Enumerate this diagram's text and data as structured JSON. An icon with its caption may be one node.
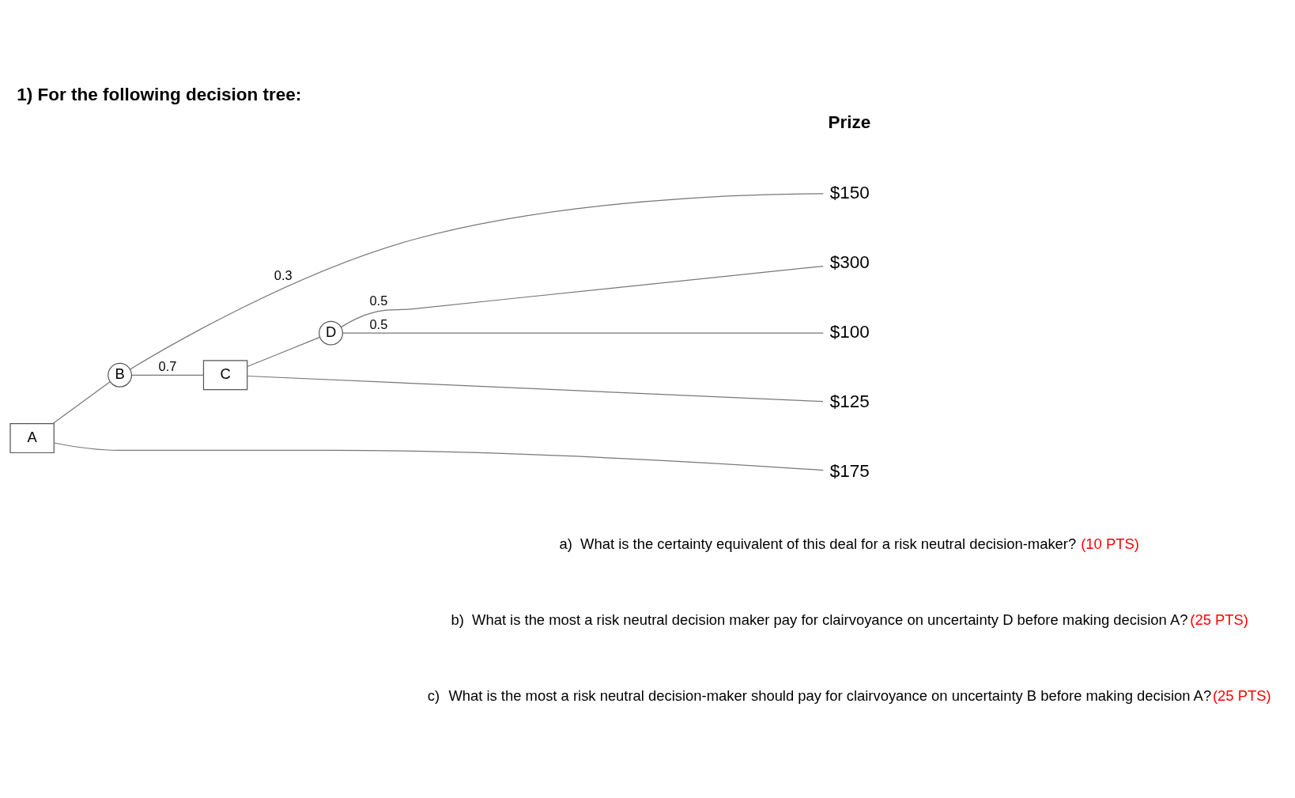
{
  "diagram": {
    "title": "1) For the following decision tree:",
    "nodes": [
      {
        "text": [
          "A"
        ]
      },
      {
        "text": [
          "B"
        ]
      },
      {
        "text": [
          "C"
        ]
      },
      {
        "text": [
          "D"
        ]
      },
      {
        "text": [
          "$150"
        ]
      },
      {
        "text": [
          "$300"
        ]
      },
      {
        "text": [
          "$100"
        ]
      },
      {
        "text": [
          "$125"
        ]
      },
      {
        "text": [
          "$175"
        ]
      }
    ],
    "edges": [
      {
        "from": 0,
        "to": 1,
        "arrow": "none"
      },
      {
        "from": 0,
        "to": 8,
        "arrow": "none"
      },
      {
        "from": 1,
        "to": 4,
        "arrow": "none",
        "label": "0.3"
      },
      {
        "from": 1,
        "to": 2,
        "arrow": "none",
        "label": "0.7"
      },
      {
        "from": 2,
        "to": 3,
        "arrow": "none"
      },
      {
        "from": 2,
        "to": 7,
        "arrow": "none"
      },
      {
        "from": 3,
        "to": 5,
        "arrow": "none",
        "label": "0.5"
      },
      {
        "from": 3,
        "to": 6,
        "arrow": "none",
        "label": "0.5"
      }
    ],
    "labels": [
      "Prize",
      "a)",
      "What is the certainty equivalent of this deal for a risk neutral decision-maker?",
      "(10 PTS)",
      "b)",
      "What is the most a risk neutral decision maker pay for clairvoyance on uncertainty D before making decision A?",
      "(25 PTS)",
      "c)",
      "What is the most a risk neutral decision-maker should pay for clairvoyance on uncertainty B before making decision A?",
      "(25 PTS)"
    ]
  }
}
